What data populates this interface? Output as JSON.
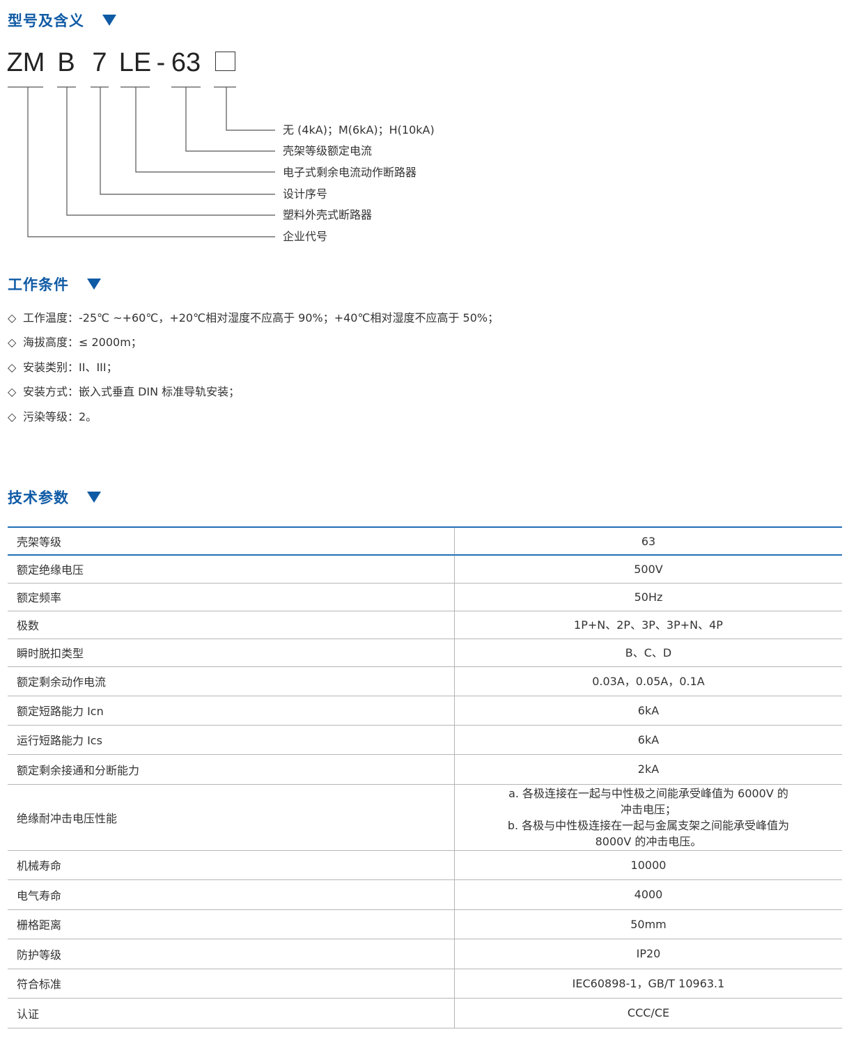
{
  "sections": {
    "model": "型号及含义",
    "conditions": "工作条件",
    "params": "技术参数"
  },
  "model_code": {
    "segments": [
      "ZM",
      "B",
      "7",
      "LE",
      "-",
      "63"
    ],
    "meanings": [
      "无 (4kA)；M(6kA)；H(10kA)",
      "壳架等级额定电流",
      "电子式剩余电流动作断路器",
      "设计序号",
      "塑料外壳式断路器",
      "企业代号"
    ]
  },
  "conditions": [
    "工作温度：-25℃ ~+60℃，+20℃相对湿度不应高于 90%；+40℃相对湿度不应高于 50%；",
    "海拔高度：≤ 2000m；",
    "安装类别：II、III；",
    "安装方式：嵌入式垂直 DIN 标准导轨安装；",
    "污染等级：2。"
  ],
  "bullet": "◇",
  "params": [
    {
      "k": "壳架等级",
      "v": "63"
    },
    {
      "k": "额定绝缘电压",
      "v": "500V"
    },
    {
      "k": "额定频率",
      "v": "50Hz"
    },
    {
      "k": "极数",
      "v": "1P+N、2P、3P、3P+N、4P"
    },
    {
      "k": "瞬时脱扣类型",
      "v": "B、C、D"
    },
    {
      "k": "额定剩余动作电流",
      "v": "0.03A，0.05A，0.1A"
    },
    {
      "k": "额定短路能力 Icn",
      "v": "6kA"
    },
    {
      "k": "运行短路能力 Ics",
      "v": "6kA"
    },
    {
      "k": "额定剩余接通和分断能力",
      "v": "2kA"
    },
    {
      "k": "绝缘耐冲击电压性能",
      "v_lines": [
        "a. 各极连接在一起与中性极之间能承受峰值为 6000V 的",
        "冲击电压；",
        "b. 各极与中性极连接在一起与金属支架之间能承受峰值为",
        "8000V 的冲击电压。"
      ]
    },
    {
      "k": "机械寿命",
      "v": "10000"
    },
    {
      "k": "电气寿命",
      "v": "4000"
    },
    {
      "k": "栅格距离",
      "v": "50mm"
    },
    {
      "k": "防护等级",
      "v": "IP20"
    },
    {
      "k": "符合标准",
      "v": "IEC60898-1，GB/T 10963.1"
    },
    {
      "k": "认证",
      "v": "CCC/CE"
    }
  ],
  "colors": {
    "accent": "#0f5aa5",
    "table_top": "#1f6fb5",
    "grid": "#b5b5b5"
  }
}
